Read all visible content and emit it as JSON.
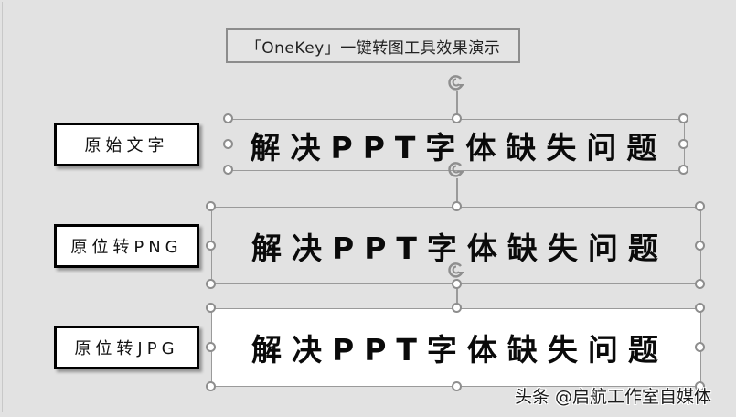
{
  "slide": {
    "background": "#e2e2e2",
    "title": "「OneKey」一键转图工具效果演示"
  },
  "rows": [
    {
      "label": "原始文字",
      "sample_text": "解决PPT字体缺失问题",
      "fill": "transparent"
    },
    {
      "label": "原位转PNG",
      "sample_text": "解决PPT字体缺失问题",
      "fill": "transparent"
    },
    {
      "label": "原位转JPG",
      "sample_text": "解决PPT字体缺失问题",
      "fill": "#ffffff"
    }
  ],
  "selection": {
    "handle_color": "#8e8e8e",
    "icons": [
      "rotate-handle-icon",
      "resize-handle-icon"
    ]
  },
  "watermark": "头条 @启航工作室自媒体"
}
